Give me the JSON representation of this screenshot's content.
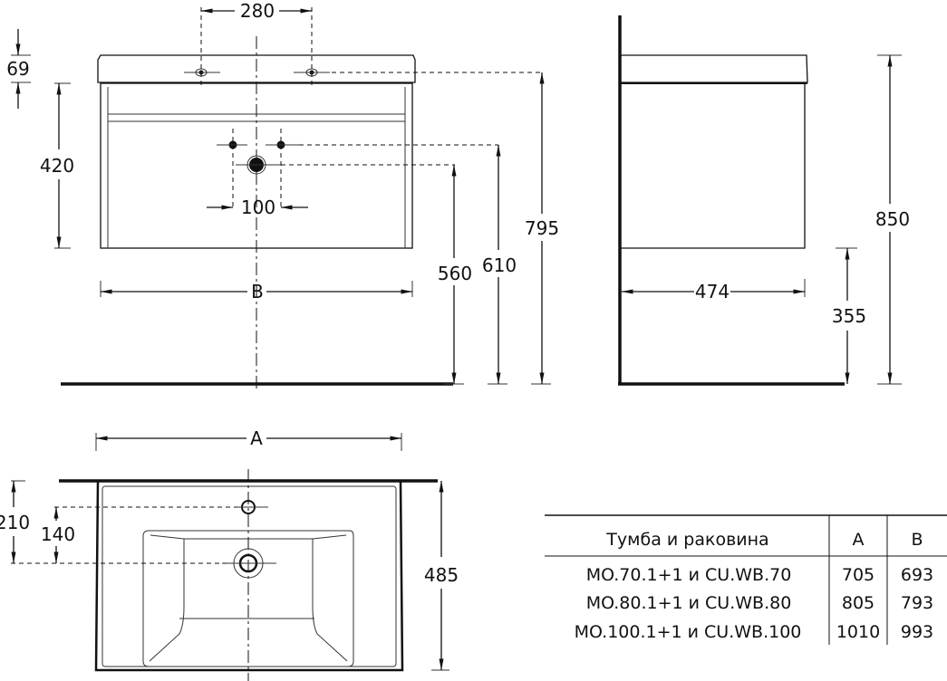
{
  "front_view": {
    "dim_faucet_spacing": "280",
    "dim_top_thickness": "69",
    "dim_cabinet_height": "420",
    "dim_water_spacing": "100",
    "dim_width_label": "B",
    "dim_drain_height": "560",
    "dim_water_height": "610",
    "dim_faucet_height": "795"
  },
  "side_view": {
    "dim_depth": "474",
    "dim_floor_clearance": "355",
    "dim_total_height": "850"
  },
  "top_view": {
    "dim_width_label": "A",
    "dim_drain_from_wall": "210",
    "dim_tap_to_drain": "140",
    "dim_basin_depth": "485"
  },
  "table": {
    "headers": [
      "Тумба и раковина",
      "A",
      "B"
    ],
    "rows": [
      [
        "MO.70.1+1 и CU.WB.70",
        "705",
        "693"
      ],
      [
        "MO.80.1+1 и CU.WB.80",
        "805",
        "793"
      ],
      [
        "MO.100.1+1 и CU.WB.100",
        "1010",
        "993"
      ]
    ]
  }
}
